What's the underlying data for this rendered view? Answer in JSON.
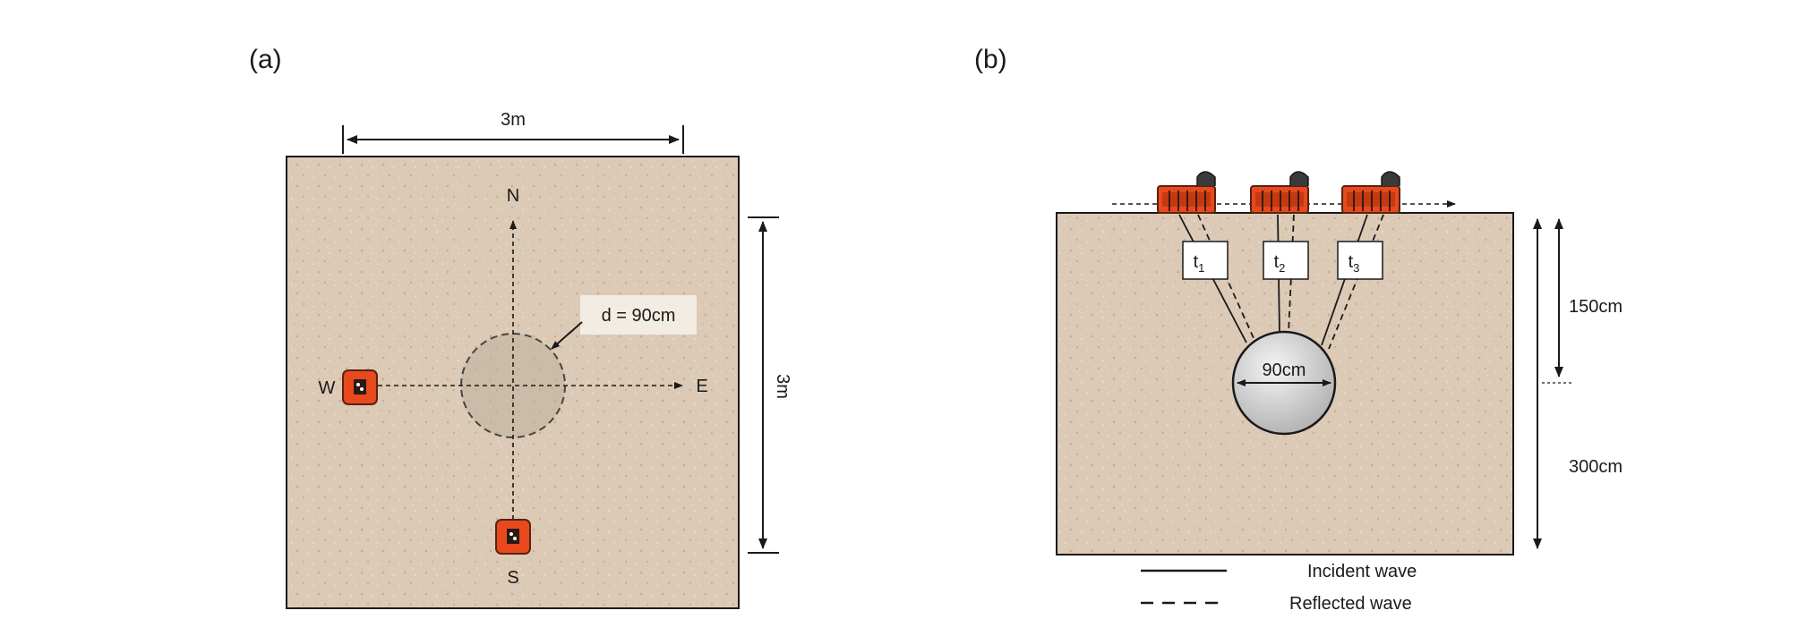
{
  "panel_a": {
    "label": "(a)",
    "width_dim": "3m",
    "height_dim": "3m",
    "north": "N",
    "east": "E",
    "south": "S",
    "west": "W",
    "diameter_callout": "d = 90cm"
  },
  "panel_b": {
    "label": "(b)",
    "t1": "t",
    "t1_sub": "1",
    "t2": "t",
    "t2_sub": "2",
    "t3": "t",
    "t3_sub": "3",
    "sphere_label": "90cm",
    "depth_label": "150cm",
    "total_depth_label": "300cm",
    "legend": {
      "incident": "Incident wave",
      "reflected": "Reflected wave"
    }
  },
  "colors": {
    "soil": "#dccab6",
    "soil_speck": "#c9b59e",
    "device_orange": "#e8491d",
    "device_dark": "#3a1a10",
    "sphere_fill": "#d2d2d2",
    "line": "#1a1a1a"
  }
}
